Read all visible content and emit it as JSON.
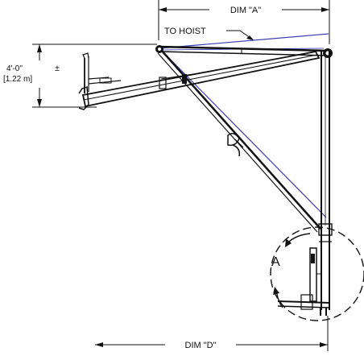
{
  "drawing": {
    "dim_a_label": "DIM \"A\"",
    "to_hoist_label": "TO HOIST",
    "height_imperial": "4'-0\"",
    "height_tolerance": "±",
    "height_metric": "[1.22 m]",
    "detail_letter": "A",
    "dim_d_label": "DIM \"D\""
  },
  "colors": {
    "line": "#111111",
    "cable": "#3b3bb3",
    "background": "#ffffff"
  }
}
